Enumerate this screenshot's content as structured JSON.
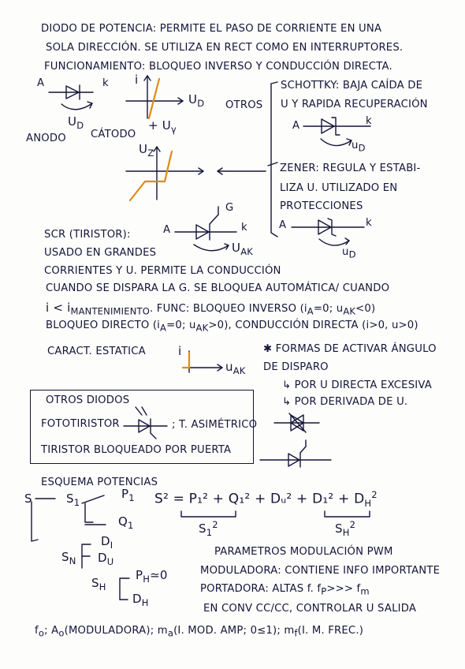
{
  "header": {
    "l1": "DIODO DE POTENCIA: PERMITE EL PASO DE CORRIENTE EN UNA",
    "l2": "SOLA DIRECCIÓN. SE UTILIZA EN RECT COMO EN INTERRUPTORES.",
    "l3": "FUNCIONAMIENTO: BLOQUEO INVERSO Y CONDUCCIÓN DIRECTA."
  },
  "diode": {
    "a": "A",
    "k": "k",
    "vd": "U",
    "vd_sub": "D",
    "anodo": "ANODO",
    "catodo": "CÁTODO",
    "i": "i",
    "vo": "U",
    "vo_sub": "D",
    "vy": "+ U",
    "vy_sub": "γ",
    "vz": "U",
    "vz_sub": "Z"
  },
  "otros": {
    "label": "OTROS",
    "schottky_1": "SCHOTTKY: BAJA CAÍDA DE",
    "schottky_2": "U Y RAPIDA RECUPERACIÓN",
    "schottky_a": "A",
    "schottky_k": "k",
    "schottky_u": "u",
    "schottky_u_sub": "D",
    "zener_1": "ZENER: REGULA Y ESTABI-",
    "zener_2": "LIZA U. UTILIZADO EN",
    "zener_3": "PROTECCIONES",
    "zener_a": "A",
    "zener_k": "k",
    "zener_u": "u",
    "zener_u_sub": "D"
  },
  "scr": {
    "title": "SCR (TIRISTOR):",
    "a": "A",
    "k": "k",
    "g": "G",
    "uak": "U",
    "uak_sub": "AK",
    "l1": "USADO EN GRANDES",
    "l2": "CORRIENTES Y U. PERMITE LA CONDUCCIÓN",
    "l3": "CUANDO SE DISPARA LA G. SE BLOQUEA AUTOMÁTICA/ CUANDO",
    "l4a": "i < i",
    "l4_sub": "MANTENIMIENTO",
    "l4b": ". FUNC: BLOQUEO INVERSO (i",
    "l4_sub2": "A",
    "l4c": "=0; u",
    "l4_sub3": "AK",
    "l4d": "<0)",
    "l5a": "BLOQUEO DIRECTO (i",
    "l5_sub": "A",
    "l5b": "=0; u",
    "l5_sub2": "AK",
    "l5c": ">0), CONDUCCIÓN DIRECTA (i>0, u>0)",
    "car": "CARACT. ESTATICA",
    "car_i": "i",
    "car_u": "u",
    "car_u_sub": "AK",
    "f1": "✱ FORMAS DE ACTIVAR ÁNGULO",
    "f2": "DE DISPARO",
    "f3": "↳ POR U DIRECTA EXCESIVA",
    "f4": "↳ POR DERIVADA DE U."
  },
  "box": {
    "title": "OTROS DIODOS",
    "foto": "FOTOTIRISTOR",
    "asim": "; T. ASIMÉTRICO",
    "gto": "TIRISTOR BLOQUEADO POR PUERTA"
  },
  "power": {
    "title": "ESQUEMA POTENCIAS",
    "s": "S",
    "s1": "S",
    "s1_sub": "1",
    "p1": "P",
    "p1_sub": "1",
    "q1": "Q",
    "q1_sub": "1",
    "eq": "S² = P₁² + Q₁² + Dᵤ² + D₁² + D",
    "eq_h": "H",
    "eq_h_sup": "2",
    "s1sq": "S",
    "s1sq_sub": "1",
    "s1sq_sup": "2",
    "shsq": "S",
    "shsq_sub": "H",
    "shsq_sup": "2",
    "sn": "S",
    "sn_sub": "N",
    "di": "D",
    "di_sub": "I",
    "dv": "D",
    "dv_sub": "U",
    "sh": "S",
    "sh_sub": "H",
    "ph": "P",
    "ph_sub": "H",
    "ph_val": "≃0",
    "dh": "D",
    "dh_sub": "H"
  },
  "pwm": {
    "title": "PARAMETROS MODULACIÓN PWM",
    "l1": "MODULADORA: CONTIENE INFO IMPORTANTE",
    "l2a": "PORTADORA: ALTAS f. f",
    "l2_sub": "P",
    "l2b": ">>> f",
    "l2_sub2": "m",
    "l3": "EN CONV CC/CC, CONTROLAR U SALIDA",
    "l4a": "f",
    "l4_sub": "o",
    "l4b": "; A",
    "l4_sub2": "o",
    "l4c": "(MODULADORA); m",
    "l4_sub3": "a",
    "l4d": "(I. MOD. AMP; 0≤1); m",
    "l4_sub4": "f",
    "l4e": "(I. M. FREC.)"
  }
}
